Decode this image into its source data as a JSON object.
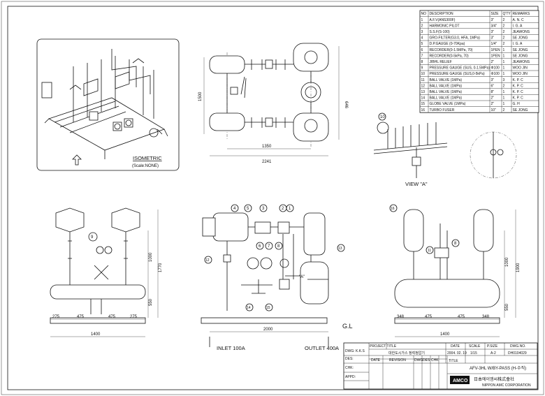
{
  "parts_table": {
    "headers": {
      "no": "NO",
      "description": "DESCRIPTION",
      "size": "SIZE",
      "qty": "Q'TY",
      "remarks": "REMARKS"
    },
    "rows": [
      {
        "no": "1",
        "description": "A.F.V(ANS300F)",
        "size": "3\"",
        "qty": "2",
        "remarks": "A. N. C"
      },
      {
        "no": "2",
        "description": "HARMONIC PILOT",
        "size": "3/4\"",
        "qty": "2",
        "remarks": "I. G. A"
      },
      {
        "no": "3",
        "description": "S.S.F(S-100)",
        "size": "3\"",
        "qty": "2",
        "remarks": "JEAWONS"
      },
      {
        "no": "4",
        "description": "GRO-FILTER(G3.0, HFA, 1MPa)",
        "size": "3\"",
        "qty": "2",
        "remarks": "SE JONG"
      },
      {
        "no": "5",
        "description": "D.P.GAUGE (0-70Kpa)",
        "size": "1/4\"",
        "qty": "2",
        "remarks": "I. G. A"
      },
      {
        "no": "6",
        "description": "RECORDER(0-1.5MPa, 70)",
        "size": "1PEN",
        "qty": "1",
        "remarks": "SE JONG"
      },
      {
        "no": "7",
        "description": "RECORDER(0-5kPa, 70)",
        "size": "1PEN",
        "qty": "1",
        "remarks": "SE JONG"
      },
      {
        "no": "8",
        "description": "JIBHL RELIEF",
        "size": "2\"",
        "qty": "1",
        "remarks": "JEAWONS"
      },
      {
        "no": "9",
        "description": "PRESSURE GAUGE (SUS, 0-1.5MPa)",
        "size": "Φ100",
        "qty": "1",
        "remarks": "WOO JIN"
      },
      {
        "no": "10",
        "description": "PRESSURE GAUGE (SUS,0-5kPa)",
        "size": "Φ100",
        "qty": "1",
        "remarks": "WOO JIN"
      },
      {
        "no": "11",
        "description": "BALL VALVE (1MPa)",
        "size": "3\"",
        "qty": "3",
        "remarks": "K. P. C"
      },
      {
        "no": "12",
        "description": "BALL VALVE (1MPa)",
        "size": "6\"",
        "qty": "2",
        "remarks": "K. P. C"
      },
      {
        "no": "13",
        "description": "BALL VALVE (1MPa)",
        "size": "8\"",
        "qty": "1",
        "remarks": "K. P. C"
      },
      {
        "no": "14",
        "description": "BALL VALVE (1MPa)",
        "size": "2\"",
        "qty": "1",
        "remarks": "K. P. C"
      },
      {
        "no": "15",
        "description": "GLOBE VALVE (1MPa)",
        "size": "2\"",
        "qty": "1",
        "remarks": "G. H"
      },
      {
        "no": "16",
        "description": "TURBO FUSER",
        "size": "10\"",
        "qty": "2",
        "remarks": "SE JONG"
      }
    ]
  },
  "isometric": {
    "title": "ISOMETRIC",
    "scale": "(Scale:NONE)"
  },
  "plan_view": {
    "dim_width_inner": "1350",
    "dim_width_outer": "2241",
    "dim_height_left": "1500",
    "dim_height_right": "646"
  },
  "view_a": {
    "label": "VIEW \"A\"",
    "balloon": "10"
  },
  "left_elev": {
    "balloon": "9",
    "dim_h1": "1000",
    "dim_h2": "1770",
    "dim_h3": "550",
    "dims_bottom": [
      "275",
      "475",
      "475",
      "275"
    ],
    "dim_total": "1400"
  },
  "front_elev": {
    "balloons_top": [
      "4",
      "5",
      "3",
      "2",
      "1"
    ],
    "balloons_mid": [
      "6",
      "7",
      "8"
    ],
    "balloon_12": "12",
    "balloon_13": "13",
    "balloon_14": "14",
    "balloon_15": "15",
    "arrow_label": "\"A\"",
    "dim_total": "2000",
    "inlet": "INLET 100A",
    "outlet": "OUTLET 400A",
    "ground": "G.L"
  },
  "right_elev": {
    "balloon_16": "16",
    "balloon_11": "11",
    "balloon_8": "8",
    "dim_h1": "1000",
    "dim_h2": "1900",
    "dim_h3": "550",
    "dims_bottom": [
      "348",
      "475",
      "475",
      "348"
    ],
    "dim_total": "1400"
  },
  "title_block": {
    "dwg": "DWG: K.K.S",
    "des": "DES:",
    "chk": "CHK:",
    "appd": "APPD:",
    "project_label": "PROJECT TITLE",
    "project_value": "대한도시가스 정력정압기",
    "date_label": "DATE",
    "scale_label": "SCALE",
    "psize_label": "P.SIZE",
    "dwgno_label": "DWG.NO.",
    "date_value": "2004. 02. 19",
    "scale_value": "1/15",
    "psize_value": "A-2",
    "dwgno_value": "DH0104029",
    "rev_date": "DATE",
    "rev_revision": "REVISION",
    "rev_dwg": "DWG",
    "rev_des": "DES",
    "rev_chk": "CHK",
    "title_label": "TITLE",
    "title_value": "AFV-3HL W/BY-PASS (H-수직)",
    "company": "日本에이엠씨株式會社",
    "company_en": "NIPPON AMC CORPORATION",
    "logo": "AMCO"
  }
}
